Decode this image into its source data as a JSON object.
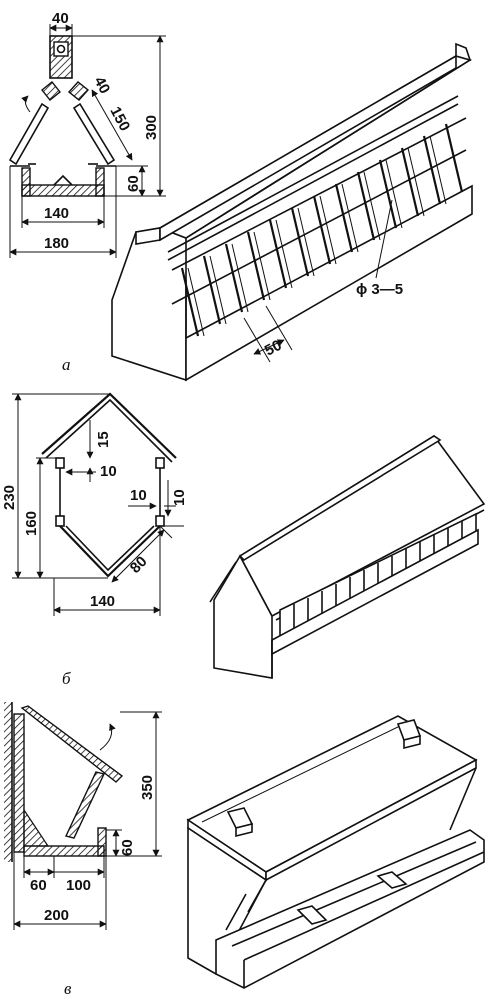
{
  "panel_a": {
    "caption": "а",
    "dims": {
      "top_width": "40",
      "slant_small": "40",
      "slant_long": "150",
      "height_total": "300",
      "trough_height": "60",
      "inner_width": "140",
      "outer_width": "180",
      "rod_diameter": "ϕ 3—5",
      "rod_spacing": "50"
    }
  },
  "panel_b": {
    "caption": "б",
    "dims": {
      "total_height": "230",
      "inner_height": "160",
      "offset_15": "15",
      "offset_10_left": "10",
      "offset_10_right_h": "10",
      "offset_10_right_v": "10",
      "slant": "80",
      "bottom_width": "140"
    }
  },
  "panel_v": {
    "caption": "в",
    "dims": {
      "height": "350",
      "trough_height": "60",
      "left_part": "60",
      "right_part": "100",
      "total_width": "200"
    }
  }
}
